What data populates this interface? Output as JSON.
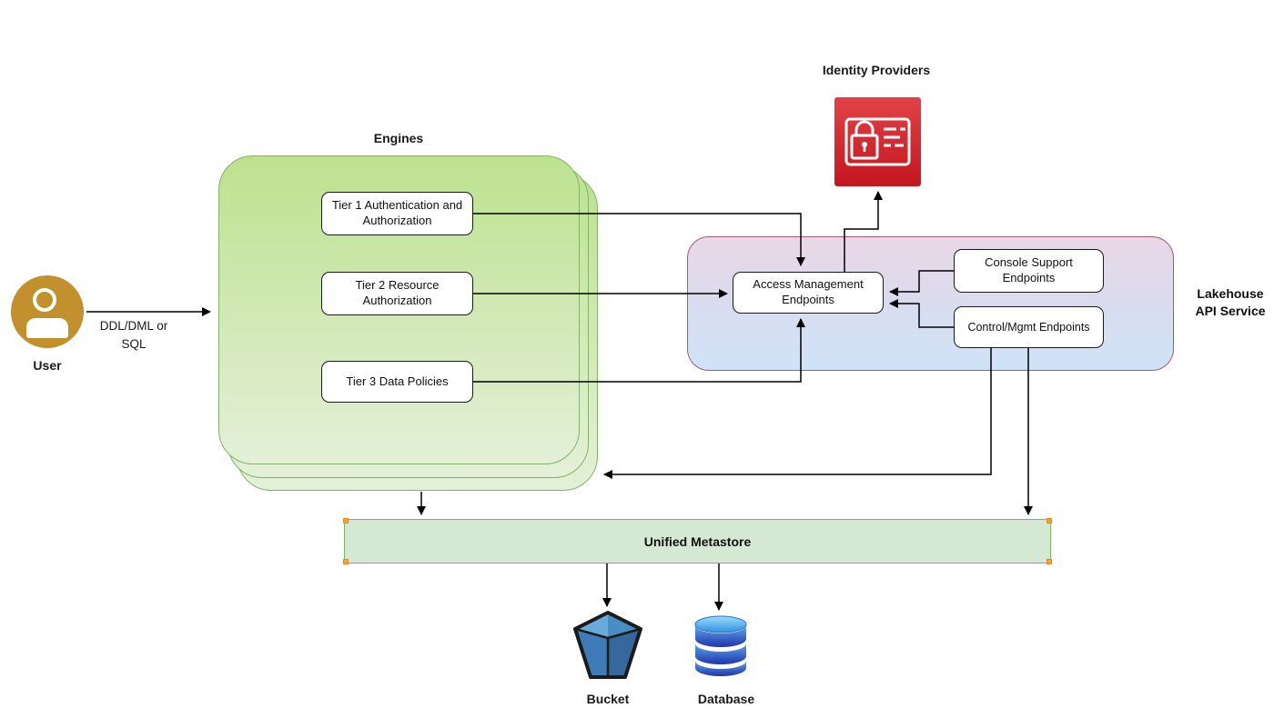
{
  "user": {
    "label": "User",
    "flow_label": "DDL/DML or SQL"
  },
  "engines": {
    "title": "Engines",
    "tiers": [
      {
        "label": "Tier 1 Authentication and Authorization"
      },
      {
        "label": "Tier 2 Resource Authorization"
      },
      {
        "label": "Tier 3 Data Policies"
      }
    ]
  },
  "identity_providers": {
    "label": "Identity Providers"
  },
  "lakehouse_api": {
    "label": "Lakehouse API Service",
    "access_box_label": "Access Management Endpoints",
    "console_box_label": "Console Support Endpoints",
    "control_box_label": "Control/Mgmt Endpoints"
  },
  "metastore": {
    "label": "Unified Metastore"
  },
  "storage": {
    "bucket_label": "Bucket",
    "database_label": "Database"
  },
  "colors": {
    "engines_fill_top": "#bce28e",
    "engines_fill_bottom": "#e3f0d8",
    "engines_border": "#82b366",
    "lakehouse_fill_top": "#ead7e6",
    "lakehouse_fill_bottom": "#cfe3f8",
    "lakehouse_border": "#9c5d79",
    "metastore_fill": "#d5e8d4",
    "metastore_border": "#82b366",
    "selection_handle": "#ffa033",
    "identity_red": "#d32b33",
    "user_gold": "#c2912e",
    "bucket_blue": "#3d7cb8",
    "database_blue_top": "#3fb0f0",
    "database_blue_bottom": "#1f35ad",
    "connector": "#000000"
  }
}
